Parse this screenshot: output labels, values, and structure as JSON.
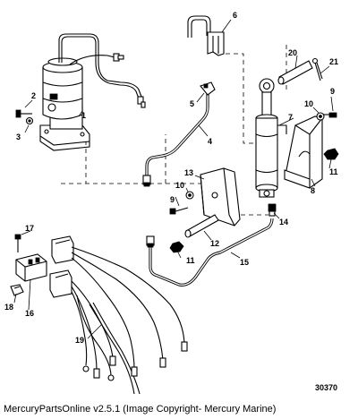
{
  "diagram": {
    "callouts": [
      "1",
      "2",
      "3",
      "4",
      "5",
      "6",
      "7",
      "8",
      "9",
      "10",
      "11",
      "12",
      "13",
      "14",
      "15",
      "16",
      "17",
      "18",
      "19",
      "20",
      "21",
      "9",
      "10",
      "11"
    ],
    "figure_number": "30370",
    "caption": "MercuryPartsOnline v2.5.1 (Image Copyright- Mercury Marine)"
  }
}
